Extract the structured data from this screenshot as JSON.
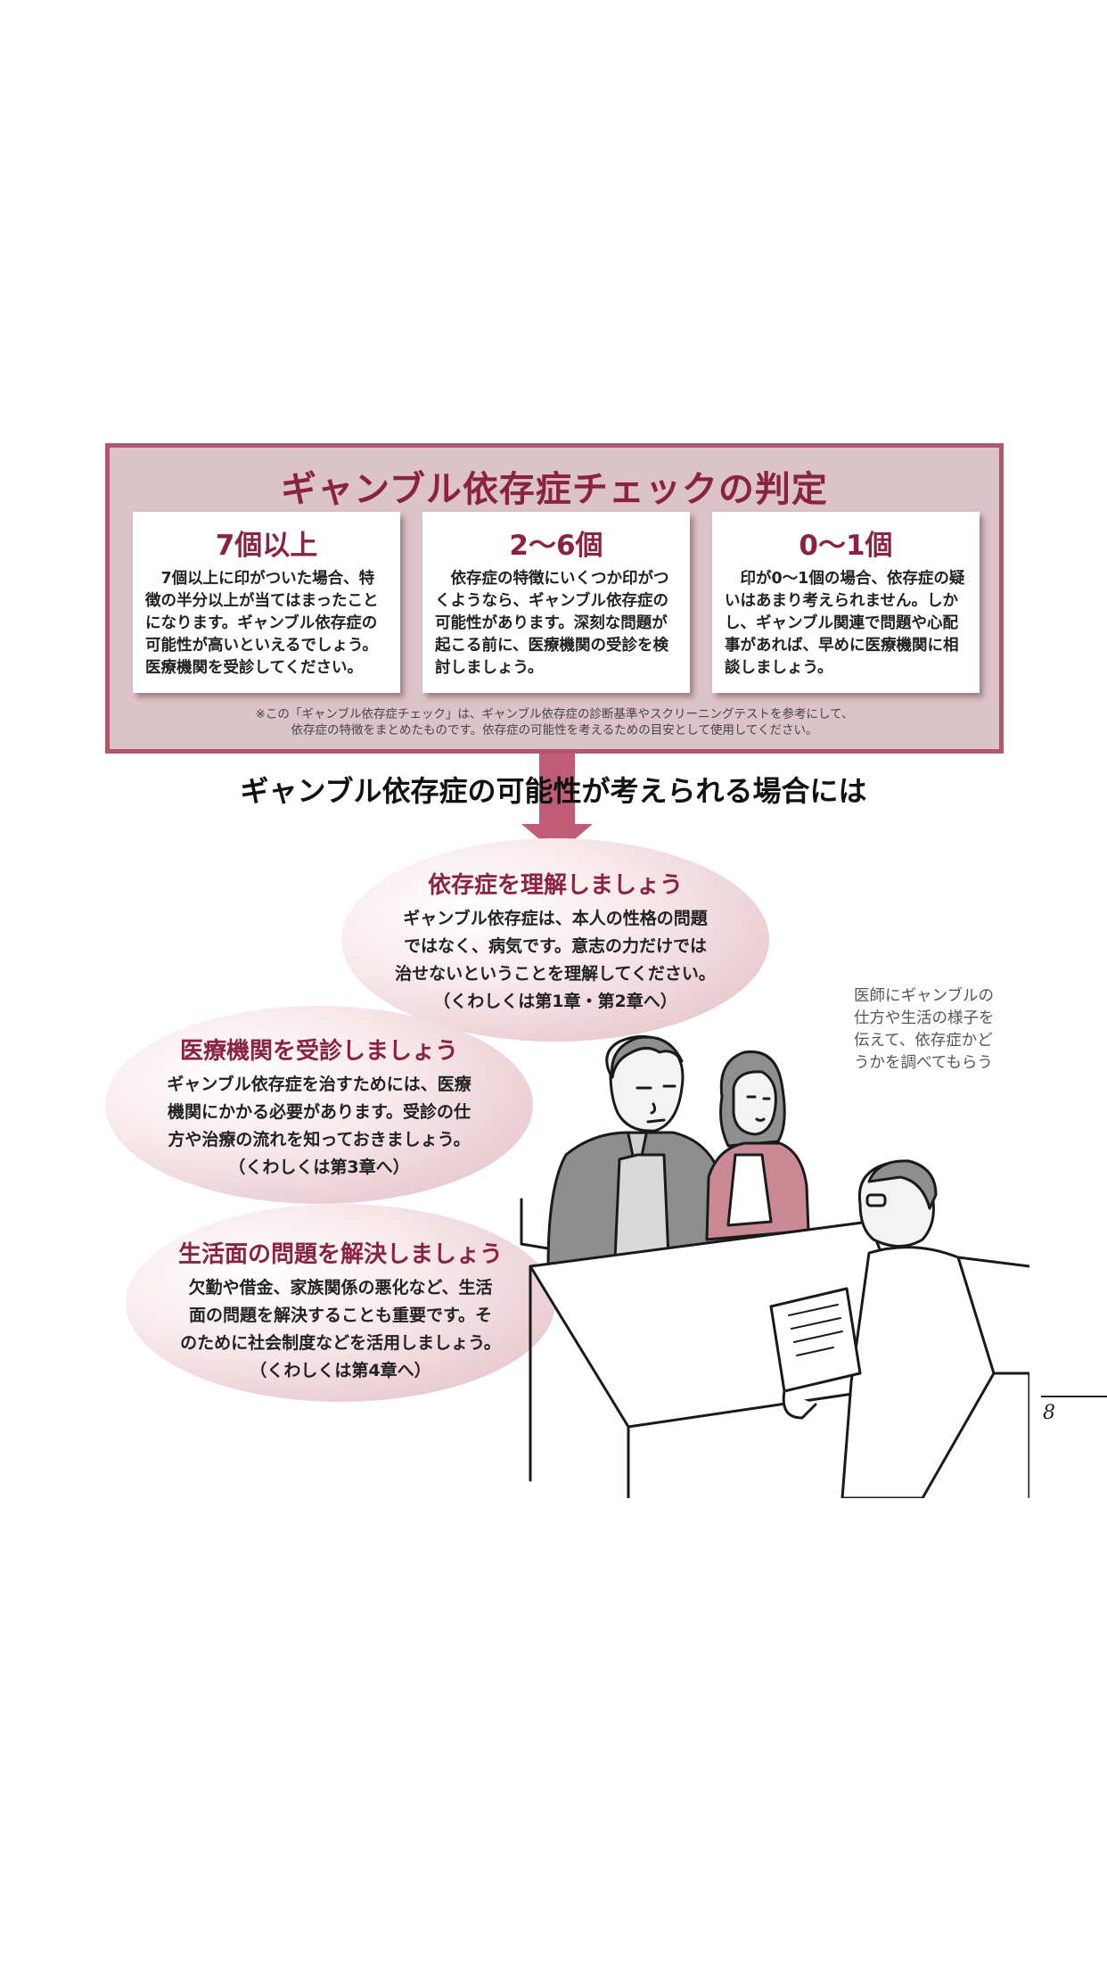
{
  "panel": {
    "title": "ギャンブル依存症チェックの判定",
    "cards": [
      {
        "heading": "7個以上",
        "body": "7個以上に印がついた場合、特徴の半分以上が当てはまったことになります。ギャンブル依存症の可能性が高いといえるでしょう。医療機関を受診してください。"
      },
      {
        "heading": "2〜6個",
        "body": "依存症の特徴にいくつか印がつくようなら、ギャンブル依存症の可能性があります。深刻な問題が起こる前に、医療機関の受診を検討しましょう。"
      },
      {
        "heading": "0〜1個",
        "body": "印が0〜1個の場合、依存症の疑いはあまり考えられません。しかし、ギャンブル関連で問題や心配事があれば、早めに医療機関に相談しましょう。"
      }
    ],
    "note_line1": "※この「ギャンブル依存症チェック」は、ギャンブル依存症の診断基準やスクリーニングテストを参考にして、",
    "note_line2": "依存症の特徴をまとめたものです。依存症の可能性を考えるための目安として使用してください。"
  },
  "question": "ギャンブル依存症の可能性が考えられる場合には",
  "bubbles": [
    {
      "heading": "依存症を理解しましょう",
      "lines": [
        "ギャンブル依存症は、本人の性格の問題",
        "ではなく、病気です。意志の力だけでは",
        "治せないということを理解してください。",
        "（くわしくは第1章・第2章へ）"
      ]
    },
    {
      "heading": "医療機関を受診しましょう",
      "lines": [
        "ギャンブル依存症を治すためには、医療",
        "機関にかかる必要があります。受診の仕",
        "方や治療の流れを知っておきましょう。",
        "（くわしくは第3章へ）"
      ]
    },
    {
      "heading": "生活面の問題を解決しましょう",
      "lines": [
        "欠勤や借金、家族関係の悪化など、生活",
        "面の問題を解決することも重要です。そ",
        "のために社会制度などを活用しましょう。",
        "（くわしくは第4章へ）"
      ]
    }
  ],
  "caption_lines": [
    "医師にギャンブルの",
    "仕方や生活の様子を",
    "伝えて、依存症かど",
    "うかを調べてもらう"
  ],
  "page_number": "8"
}
